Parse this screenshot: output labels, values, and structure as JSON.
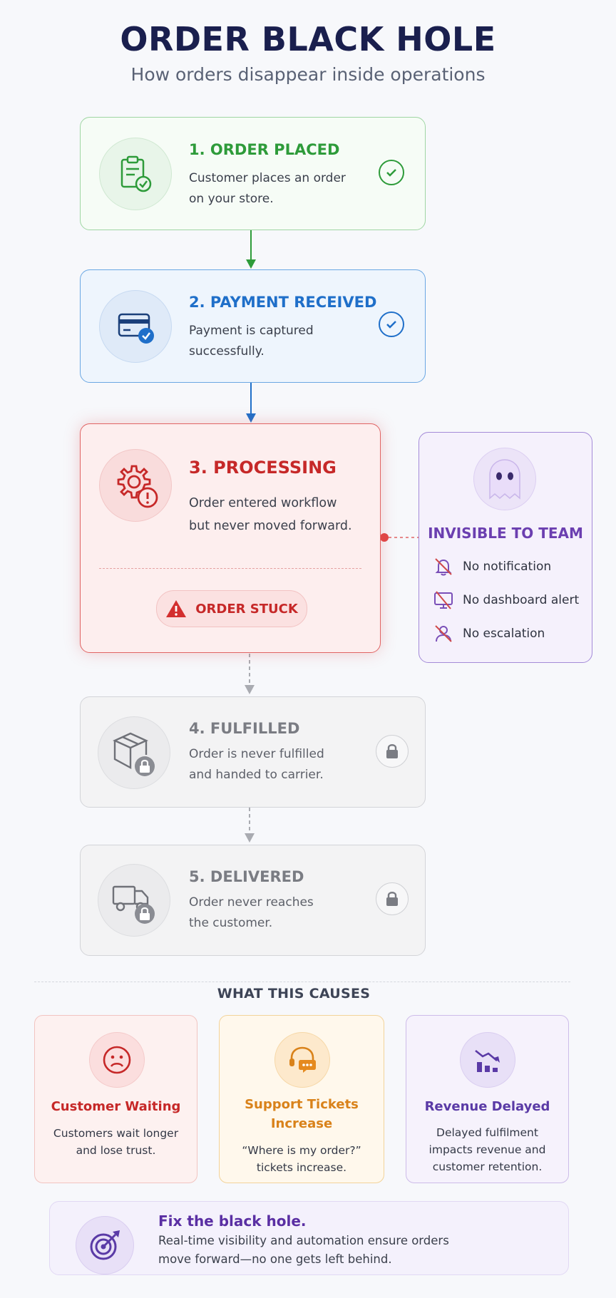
{
  "header": {
    "title": "ORDER BLACK HOLE",
    "subtitle": "How orders disappear inside operations"
  },
  "steps": [
    {
      "title": "1. ORDER PLACED",
      "line1": "Customer places an order",
      "line2": "on your store.",
      "icon": "clipboard-check-icon",
      "status_icon": "check-circle-icon",
      "color": "#2e9b3a"
    },
    {
      "title": "2. PAYMENT RECEIVED",
      "line1": "Payment is captured",
      "line2": "successfully.",
      "icon": "credit-card-icon",
      "status_icon": "check-circle-icon",
      "color": "#1f6fc9"
    },
    {
      "title": "3. PROCESSING",
      "line1": "Order entered workflow",
      "line2": "but never moved forward.",
      "icon": "gear-alert-icon",
      "badge": "ORDER STUCK",
      "color": "#c62828"
    },
    {
      "title": "4. FULFILLED",
      "line1": "Order is never fulfilled",
      "line2": "and handed to carrier.",
      "icon": "box-lock-icon",
      "status_icon": "lock-icon",
      "color": "#8a8c93"
    },
    {
      "title": "5. DELIVERED",
      "line1": "Order never reaches",
      "line2": "the customer.",
      "icon": "truck-lock-icon",
      "status_icon": "lock-icon",
      "color": "#8a8c93"
    }
  ],
  "invisible": {
    "title": "INVISIBLE TO TEAM",
    "icon": "ghost-icon",
    "color": "#6b3fb0",
    "items": [
      {
        "label": "No notification",
        "icon": "bell-off-icon"
      },
      {
        "label": "No dashboard alert",
        "icon": "monitor-off-icon"
      },
      {
        "label": "No escalation",
        "icon": "user-off-icon"
      }
    ]
  },
  "causes": {
    "title": "WHAT THIS CAUSES",
    "items": [
      {
        "title": "Customer Waiting",
        "title2": "",
        "line1": "Customers wait longer",
        "line2": "and lose trust.",
        "line3": "",
        "icon": "sad-face-icon",
        "color": "#c62828"
      },
      {
        "title": "Support Tickets",
        "title2": "Increase",
        "line1": "“Where is my order?”",
        "line2": "tickets increase.",
        "line3": "",
        "icon": "headset-chat-icon",
        "color": "#d9821a"
      },
      {
        "title": "Revenue Delayed",
        "title2": "",
        "line1": "Delayed fulfilment",
        "line2": "impacts revenue and",
        "line3": "customer retention.",
        "icon": "chart-down-icon",
        "color": "#5a3aa6"
      }
    ]
  },
  "fix": {
    "title": "Fix the black hole.",
    "line1": "Real-time visibility and automation ensure orders",
    "line2": "move forward—no one gets left behind.",
    "icon": "target-arrow-icon"
  }
}
